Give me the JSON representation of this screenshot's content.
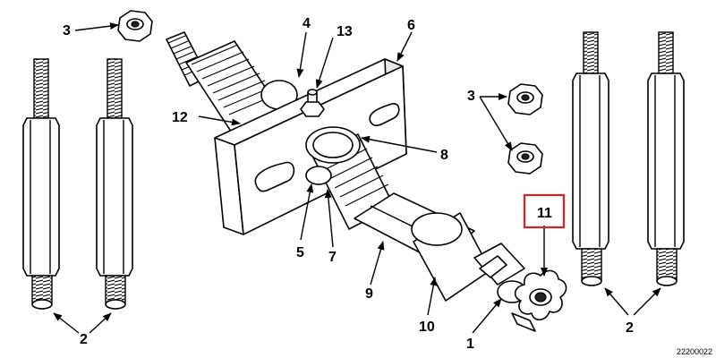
{
  "callouts": {
    "c1": "1",
    "c2_left": "2",
    "c2_right": "2",
    "c3_top": "3",
    "c3_right": "3",
    "c4": "4",
    "c5": "5",
    "c6": "6",
    "c7": "7",
    "c8": "8",
    "c9": "9",
    "c10": "10",
    "c11": "11",
    "c12": "12",
    "c13": "13"
  },
  "highlight": {
    "callout": "11",
    "color": "#e02020"
  },
  "figure_number": "22200022"
}
